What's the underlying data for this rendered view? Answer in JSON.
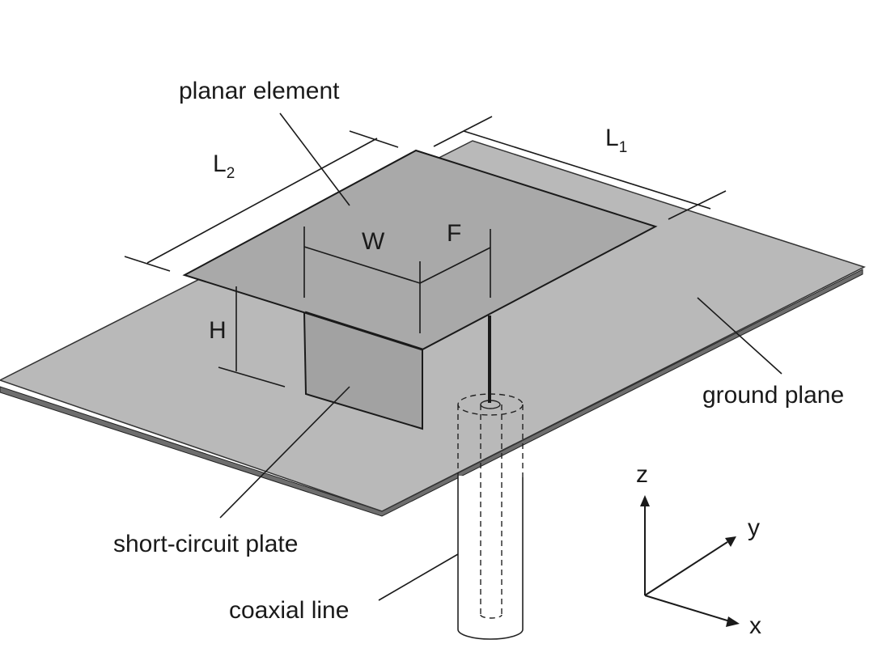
{
  "labels": {
    "planar_element": "planar element",
    "ground_plane": "ground plane",
    "short_circuit_plate": "short-circuit plate",
    "coaxial_line": "coaxial line"
  },
  "dimensions": {
    "L1": {
      "main": "L",
      "sub": "1"
    },
    "L2": {
      "main": "L",
      "sub": "2"
    },
    "W": "W",
    "F": "F",
    "H": "H"
  },
  "axes": {
    "z": "z",
    "y": "y",
    "x": "x"
  },
  "colors": {
    "ground_plane": "#b9b9b9",
    "ground_edge": "#6e6e6e",
    "planar_element": "#a9a9a9",
    "short_plate": "#a2a2a2",
    "coax": "#ffffff",
    "line": "#1a1a1a"
  }
}
